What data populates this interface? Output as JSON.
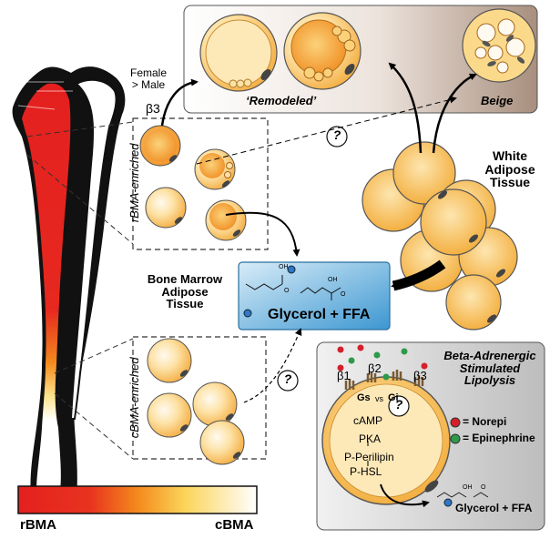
{
  "colors": {
    "rbma": "#e4201f",
    "cbma": "#ffffff",
    "adipocyte": "#f6b93c",
    "lipolysis_box": "#c9c9c9",
    "glycerol_box": "#4da3d6",
    "norepi": "#d4202a",
    "epinephrine": "#2e9a49",
    "ffa_dot": "#2e78c6"
  },
  "labels": {
    "female_male_line1": "Female",
    "female_male_line2": "> Male",
    "beta3_top": "β3",
    "remodeled": "‘Remodeled’",
    "beige": "Beige",
    "question": "?",
    "wat_line1": "White",
    "wat_line2": "Adipose",
    "wat_line3": "Tissue",
    "rbma_enriched": "rBMA-enriched",
    "cbma_enriched": "cBMA-enriched",
    "bmat_line1": "Bone Marrow",
    "bmat_line2": "Adipose",
    "bmat_line3": "Tissue",
    "glycerol_ffa": "Glycerol + FFA",
    "lipolysis_line1": "Beta-Adrenergic",
    "lipolysis_line2": "Stimulated",
    "lipolysis_line3": "Lipolysis",
    "b1": "β1",
    "b2": "β2",
    "b3": "β3",
    "gs": "Gs",
    "vs": "vs",
    "gi": "Gi",
    "camp": "cAMP",
    "pka": "PKA",
    "p_perilipin": "P-Perilipin",
    "p_hsl": "P-HSL",
    "norepi_legend": "= Norepi",
    "epi_legend": "= Epinephrine",
    "glycerol_ffa_small": "Glycerol + FFA",
    "oh_a": "OH",
    "oh_b": "OH",
    "oh_c": "OH",
    "o_a": "O",
    "o_b": "O",
    "o_c": "O",
    "rbma_scale": "rBMA",
    "cbma_scale": "cBMA"
  }
}
